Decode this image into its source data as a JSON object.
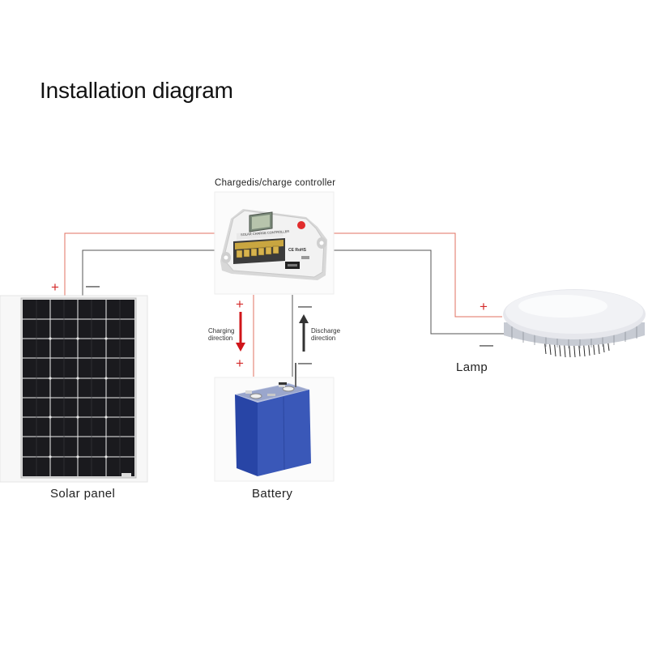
{
  "title": "Installation diagram",
  "labels": {
    "controller": "Chargedis/charge controller",
    "solar_panel": "Solar panel",
    "battery": "Battery",
    "lamp": "Lamp",
    "charging_line1": "Charging",
    "charging_line2": "direction",
    "discharge_line1": "Discharge",
    "discharge_line2": "direction",
    "controller_brand": "SOLAR CHARGE CONTROLLER",
    "controller_cert": "CE RoHS"
  },
  "signs": {
    "plus": "+",
    "minus": "—"
  },
  "colors": {
    "positive_wire": "#e07060",
    "negative_wire": "#555555",
    "plus_sign": "#d42a2a",
    "charge_arrow": "#d0151a",
    "discharge_arrow": "#333333",
    "battery_blue": "#2b46a8"
  }
}
